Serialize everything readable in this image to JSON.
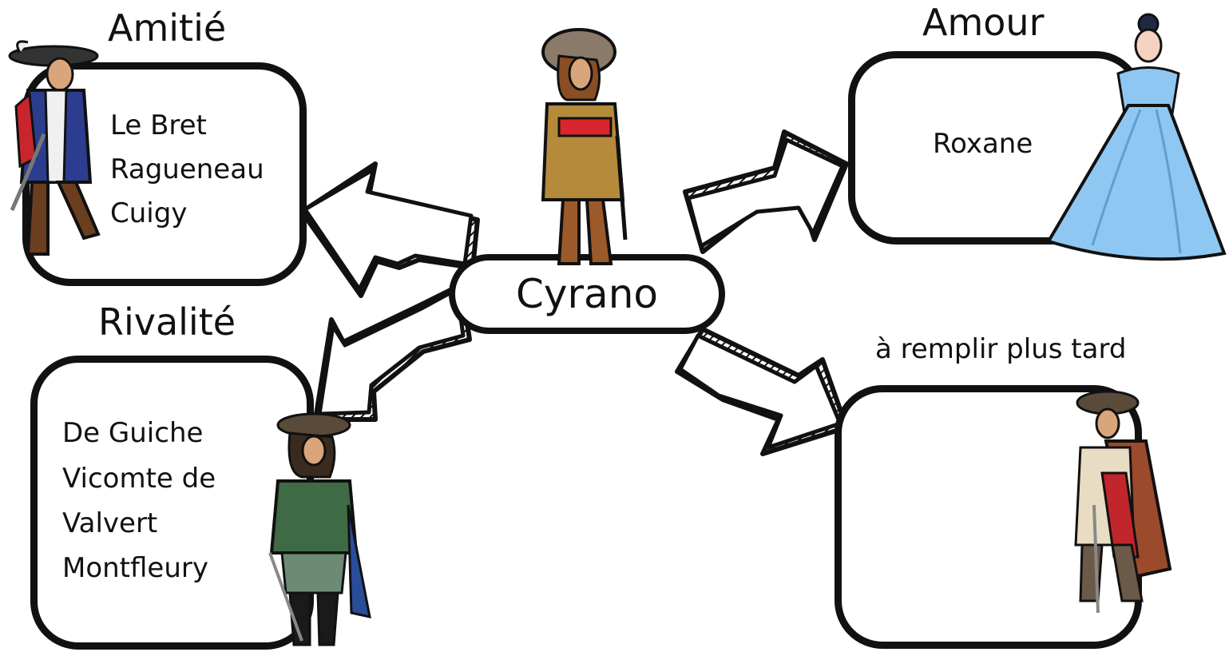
{
  "center": {
    "label": "Cyrano"
  },
  "groups": {
    "amitie": {
      "title": "Amitié",
      "names": [
        "Le Bret",
        "Ragueneau",
        "Cuigy"
      ]
    },
    "amour": {
      "title": "Amour",
      "names": [
        "Roxane"
      ]
    },
    "rivalite": {
      "title": "Rivalité",
      "names": [
        "De Guiche",
        "Vicomte de",
        "Valvert",
        "Montfleury"
      ]
    },
    "plus_tard": {
      "title": "à remplir plus tard",
      "names": []
    }
  },
  "colors": {
    "outline": "#111111",
    "arrow_fill": "#ffffff",
    "dress": "#8ec7f2",
    "musketeer_blue": "#2c3d8f",
    "cyrano_coat": "#b58a3a",
    "sash_red": "#d8262c",
    "rival_green": "#3e6b45",
    "cloak_brown": "#9b4a2c"
  },
  "icons": [
    "musketeer-figure-icon",
    "cyrano-figure-icon",
    "princess-figure-icon",
    "rival-figure-icon",
    "cloaked-figure-icon"
  ]
}
